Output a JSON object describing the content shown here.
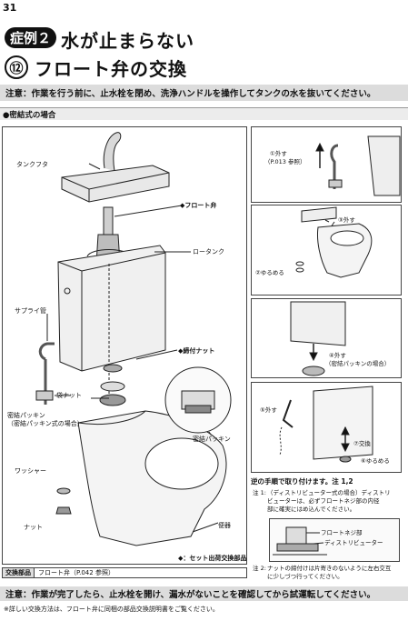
{
  "page_number": "31",
  "header": {
    "case_badge": "症例２",
    "case_title": "水が止まらない",
    "step_number": "⑫",
    "step_title": "フロート弁の交換"
  },
  "notice_top": "注意：作業を行う前に、止水栓を閉め、洗浄ハンドルを操作してタンクの水を抜いてください。",
  "section_title": "●密結式の場合",
  "main_diagram": {
    "labels": {
      "tank_lid": "タンクフタ",
      "float_valve": "◆フロート弁",
      "low_tank": "ロータンク",
      "supply_pipe": "サプライ管",
      "fastening_nut": "◆締付ナット",
      "bag_nut": "袋ナット",
      "close_packing_1": "密結パッキン",
      "close_packing_2": "（密結パッキン式の場合）",
      "close_packing_zoom": "密結パッキン",
      "washer": "ワッシャー",
      "nut": "ナット",
      "toilet_bowl": "便器",
      "set_note": "◆：セット出荷交換部品"
    }
  },
  "replacement_part": {
    "label": "交換部品",
    "value": "フロート弁（P.042 参照）"
  },
  "side_steps": {
    "step1": {
      "action": "①外す",
      "ref": "（P.013 参照）"
    },
    "step2": {
      "loosen": "②ゆるめる",
      "remove": "③外す"
    },
    "step3": {
      "remove": "④外す",
      "note": "（密結パッキンの場合）"
    },
    "step4": {
      "remove": "⑤外す",
      "loosen": "⑥ゆるめる",
      "replace": "⑦交換"
    }
  },
  "reverse_note": "逆の手順で取り付けます。注 1,2",
  "footnotes": {
    "note1_prefix": "注 1:",
    "note1_lines": [
      "（ディストリビューター式の場合）ディストリ",
      "ビューターは、必ずフロートネジ部の内径",
      "部に確実にはめ込んでください。"
    ],
    "note1_labels": {
      "float_screw": "フロートネジ部",
      "distributor": "ディストリビューター"
    },
    "note2_prefix": "注 2:",
    "note2_lines": [
      "ナットの締付けは片寄きのないように左右交互",
      "に少しづつ行ってください。"
    ]
  },
  "notice_bottom": "注意：作業が完了したら、止水栓を開け、漏水がないことを確認してから試運転してください。",
  "footer_note": "※詳しい交換方法は、フロート弁に同梱の部品交換説明書をご覧ください。"
}
